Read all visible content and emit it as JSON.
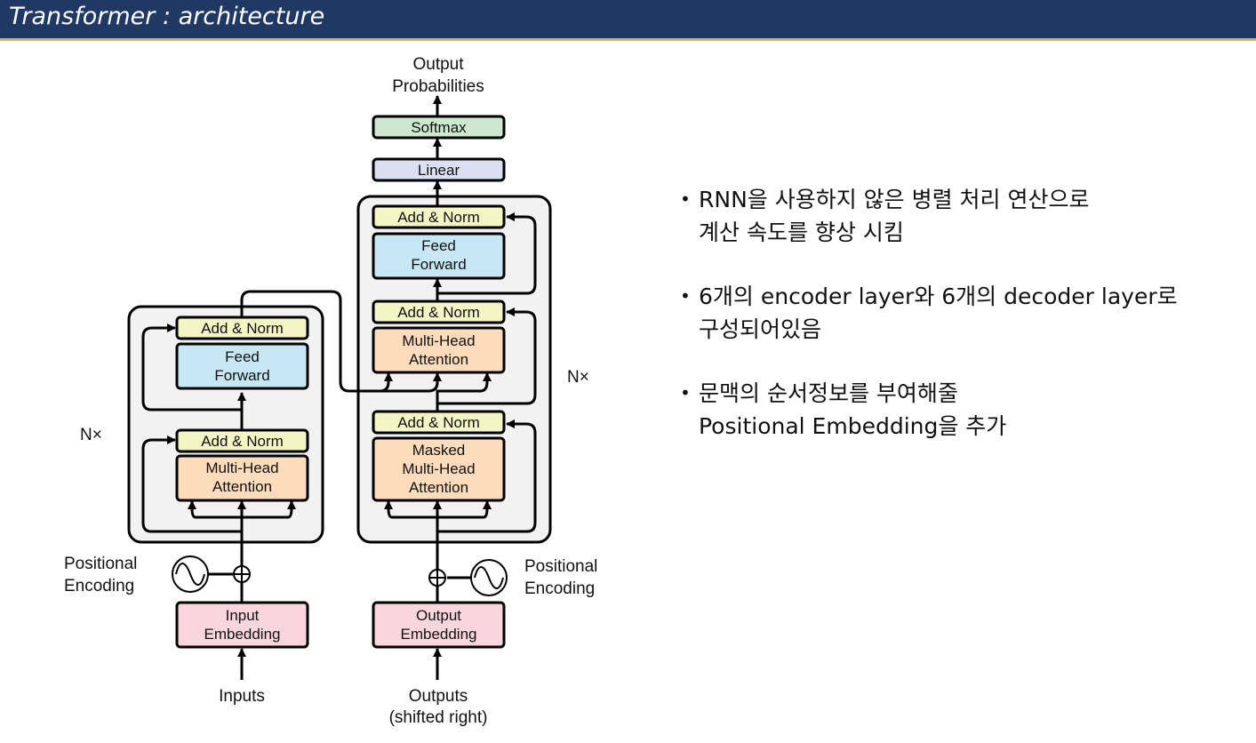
{
  "header": {
    "title": "Transformer : architecture"
  },
  "diagram": {
    "output_label": [
      "Output",
      "Probabilities"
    ],
    "softmax": "Softmax",
    "linear": "Linear",
    "add_norm": "Add & Norm",
    "feed_forward": [
      "Feed",
      "Forward"
    ],
    "multi_head_attention": [
      "Multi-Head",
      "Attention"
    ],
    "masked_multi_head_attention": [
      "Masked",
      "Multi-Head",
      "Attention"
    ],
    "input_embedding": [
      "Input",
      "Embedding"
    ],
    "output_embedding": [
      "Output",
      "Embedding"
    ],
    "positional_encoding": [
      "Positional",
      "Encoding"
    ],
    "nx": "N×",
    "inputs": "Inputs",
    "outputs": [
      "Outputs",
      "(shifted right)"
    ],
    "colors": {
      "add_norm": "#f3f5c4",
      "feed_forward": "#c7e7f5",
      "attention": "#fddcbc",
      "embedding": "#f9d6dc",
      "softmax": "#cde8cf",
      "linear": "#dcdff2",
      "stack": "#f2f2f2"
    }
  },
  "bullets": [
    {
      "lines": [
        "RNN을 사용하지 않은 병렬 처리 연산으로",
        "계산 속도를 향상 시킴"
      ]
    },
    {
      "lines": [
        "6개의 encoder layer와 6개의 decoder layer로",
        "구성되어있음"
      ]
    },
    {
      "lines": [
        "문맥의 순서정보를 부여해줄",
        "Positional Embedding을 추가"
      ]
    }
  ]
}
